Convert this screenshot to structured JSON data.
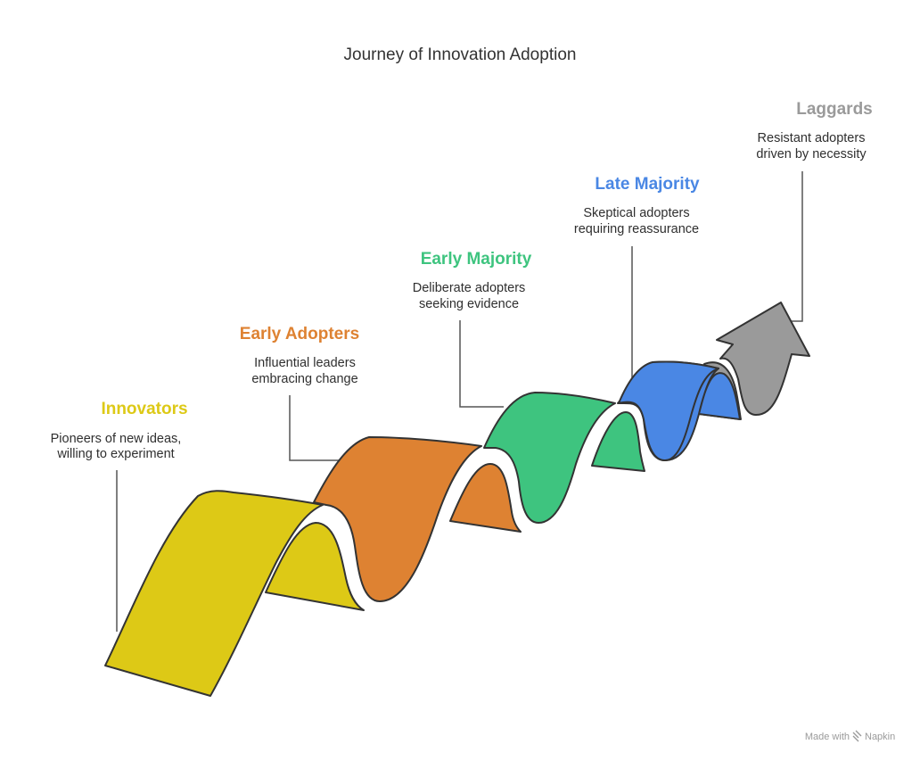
{
  "title": "Journey of Innovation Adoption",
  "stages": [
    {
      "name": "Innovators",
      "desc1": "Pioneers of new ideas,",
      "desc2": "willing to experiment",
      "color": "#ddc916"
    },
    {
      "name": "Early Adopters",
      "desc1": "Influential leaders",
      "desc2": "embracing change",
      "color": "#de8232"
    },
    {
      "name": "Early Majority",
      "desc1": "Deliberate adopters",
      "desc2": "seeking evidence",
      "color": "#3ec47f"
    },
    {
      "name": "Late Majority",
      "desc1": "Skeptical adopters",
      "desc2": "requiring reassurance",
      "color": "#4a87e4"
    },
    {
      "name": "Laggards",
      "desc1": "Resistant adopters",
      "desc2": "driven by necessity",
      "color": "#9a9a9a"
    }
  ],
  "watermark": {
    "prefix": "Made with",
    "brand": "Napkin",
    "icon": "napkin-logo-icon"
  }
}
